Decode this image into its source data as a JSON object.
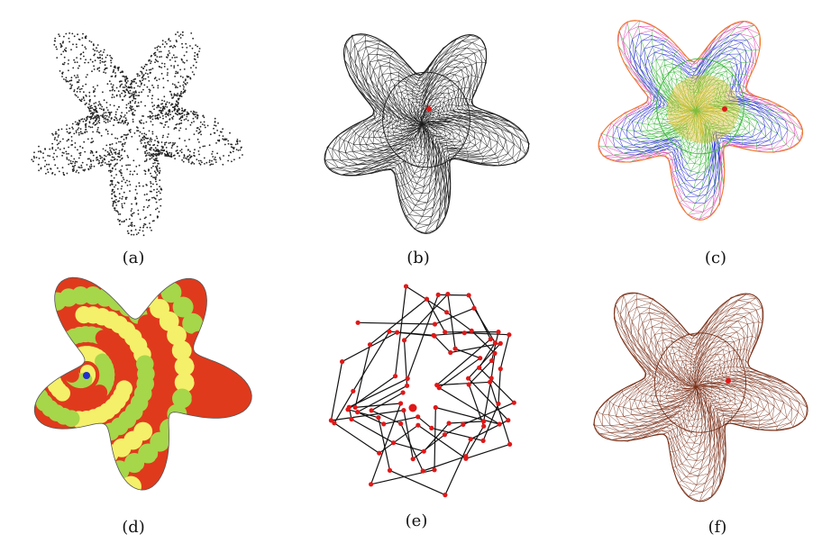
{
  "figure": {
    "panels": [
      {
        "id": "a",
        "caption": "(a)",
        "style": "points"
      },
      {
        "id": "b",
        "caption": "(b)",
        "style": "mesh-black"
      },
      {
        "id": "c",
        "caption": "(c)",
        "style": "mesh-rings"
      },
      {
        "id": "d",
        "caption": "(d)",
        "style": "shaded-stripes"
      },
      {
        "id": "e",
        "caption": "(e)",
        "style": "path-graph"
      },
      {
        "id": "f",
        "caption": "(f)",
        "style": "mesh-brown"
      }
    ],
    "colors": {
      "ink": "#222222",
      "seed": "#e01818",
      "seed_blue": "#2030d0",
      "stripe_red": "#e03a1c",
      "stripe_yellow": "#f4f06a",
      "stripe_green": "#a6d64a",
      "ring_orange": "#f07a2a",
      "ring_pink": "#e040b0",
      "ring_blue": "#2a2ad8",
      "ring_green": "#3ab83a",
      "ring_yellow": "#d8c23a",
      "mesh_brown": "#7a3018"
    }
  }
}
